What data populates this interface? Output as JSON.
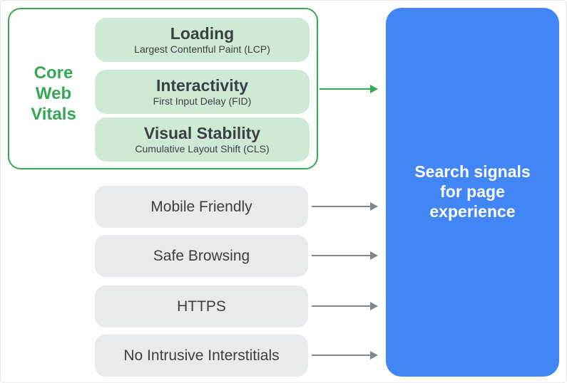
{
  "core_web_vitals": {
    "label": "Core\nWeb\nVitals",
    "pills": [
      {
        "title": "Loading",
        "subtitle": "Largest Contentful Paint (LCP)"
      },
      {
        "title": "Interactivity",
        "subtitle": "First Input Delay (FID)"
      },
      {
        "title": "Visual Stability",
        "subtitle": "Cumulative Layout Shift (CLS)"
      }
    ]
  },
  "other_signals": [
    {
      "label": "Mobile Friendly"
    },
    {
      "label": "Safe Browsing"
    },
    {
      "label": "HTTPS"
    },
    {
      "label": "No Intrusive Interstitials"
    }
  ],
  "target": {
    "label": "Search signals\nfor page\nexperience"
  },
  "colors": {
    "green": "#34a853",
    "light_green": "#ceead6",
    "gray_pill": "#e8eaed",
    "arrow_gray": "#80868b",
    "blue": "#4285f4",
    "text_dark": "#3c4043",
    "text_on_blue": "#ffffff"
  }
}
